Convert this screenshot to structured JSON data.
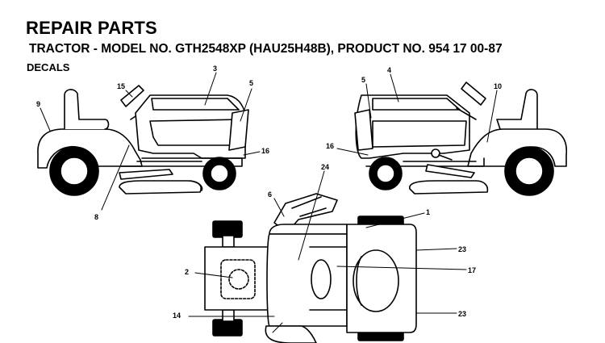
{
  "header": {
    "title": "REPAIR PARTS",
    "subtitle": "TRACTOR - MODEL NO. GTH2548XP (HAU25H48B), PRODUCT NO. 954 17 00-87",
    "section": "DECALS"
  },
  "callouts": {
    "c1": "1",
    "c2": "2",
    "c3": "3",
    "c4": "4",
    "c5a": "5",
    "c5b": "5",
    "c6": "6",
    "c8": "8",
    "c9": "9",
    "c10": "10",
    "c14": "14",
    "c15": "15",
    "c16a": "16",
    "c16b": "16",
    "c17": "17",
    "c23a": "23",
    "c23b": "23",
    "c24": "24"
  }
}
